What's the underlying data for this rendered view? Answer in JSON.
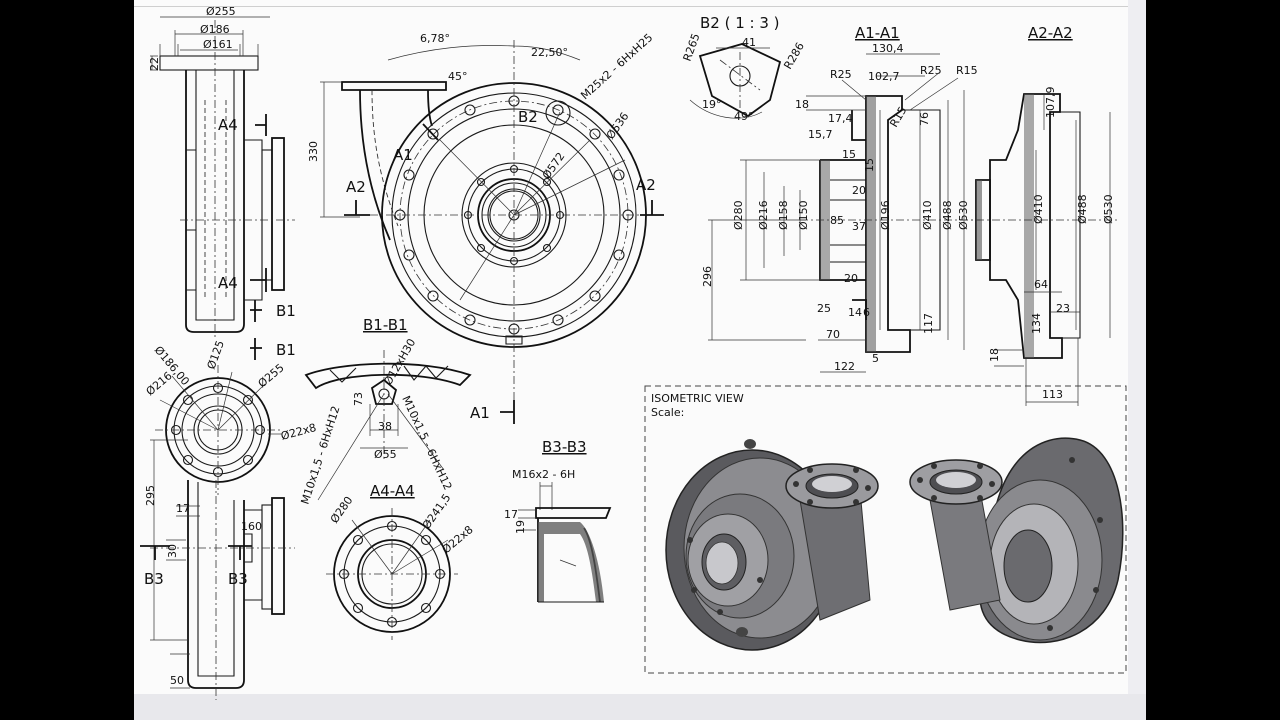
{
  "section_titles": {
    "b1": "B1-B1",
    "a1": "A1-A1",
    "a2": "A2-A2",
    "a4": "A4-A4",
    "b3": "B3-B3",
    "b2": "B2 ( 1 : 3 )"
  },
  "cut_marks": {
    "a4": "A4",
    "b1": "B1",
    "a1": "A1",
    "a2": "A2",
    "b2": "B2",
    "b3": "B3"
  },
  "iso_box": {
    "title": "ISOMETRIC VIEW",
    "scale": "Scale:"
  },
  "dims": {
    "d255": "Ø255",
    "d186": "Ø186",
    "d161": "Ø161",
    "v22": "22",
    "v330": "330",
    "a678": "6,78°",
    "a2250": "22,50°",
    "a45": "45°",
    "m25": "M25x2 - 6HxH25",
    "d536": "Ø536",
    "d572": "Ø572",
    "r265": "R265",
    "v41": "41",
    "r286": "R286",
    "a19": "19°",
    "a49": "49°",
    "v1304": "130,4",
    "v1027": "102,7",
    "r25a": "R25",
    "r25b": "R25",
    "r15a": "R15",
    "r15b": "R15",
    "v18a": "18",
    "v174": "17,4",
    "v157": "15,7",
    "v15a": "15",
    "v15b": "15",
    "v76": "76",
    "v20a": "20",
    "v20b": "20",
    "v85": "85",
    "v37": "37",
    "d280": "Ø280",
    "d216": "Ø216",
    "d158": "Ø158",
    "d150": "Ø150",
    "d196": "Ø196",
    "d410": "Ø410",
    "d488": "Ø488",
    "d530": "Ø530",
    "v296": "296",
    "v25": "25",
    "v14": "14",
    "v6": "6",
    "v70": "70",
    "v117": "117",
    "v122": "122",
    "v5": "5",
    "v1079": "107,9",
    "d410b": "Ø410",
    "d488b": "Ø488",
    "d530b": "Ø530",
    "v64": "64",
    "v23": "23",
    "v134": "134",
    "v18b": "18",
    "v113": "113",
    "d18600": "Ø186,00",
    "d125": "Ø125",
    "d255b": "Ø255",
    "d216b": "Ø216",
    "d22x8": "Ø22x8",
    "v295": "295",
    "v17": "17",
    "v160": "160",
    "v30": "30",
    "v50": "50",
    "d12h30": "Ø12xH30",
    "v73": "73",
    "v38": "38",
    "d55": "Ø55",
    "m10a": "M10x1,5 - 6HxH12",
    "m10b": "M10x1,5 - 6HxH12",
    "d280b": "Ø280",
    "d2415": "Ø241,5",
    "d22x8b": "Ø22x8",
    "m16": "M16x2 - 6H",
    "v17b": "17",
    "v19": "19"
  }
}
